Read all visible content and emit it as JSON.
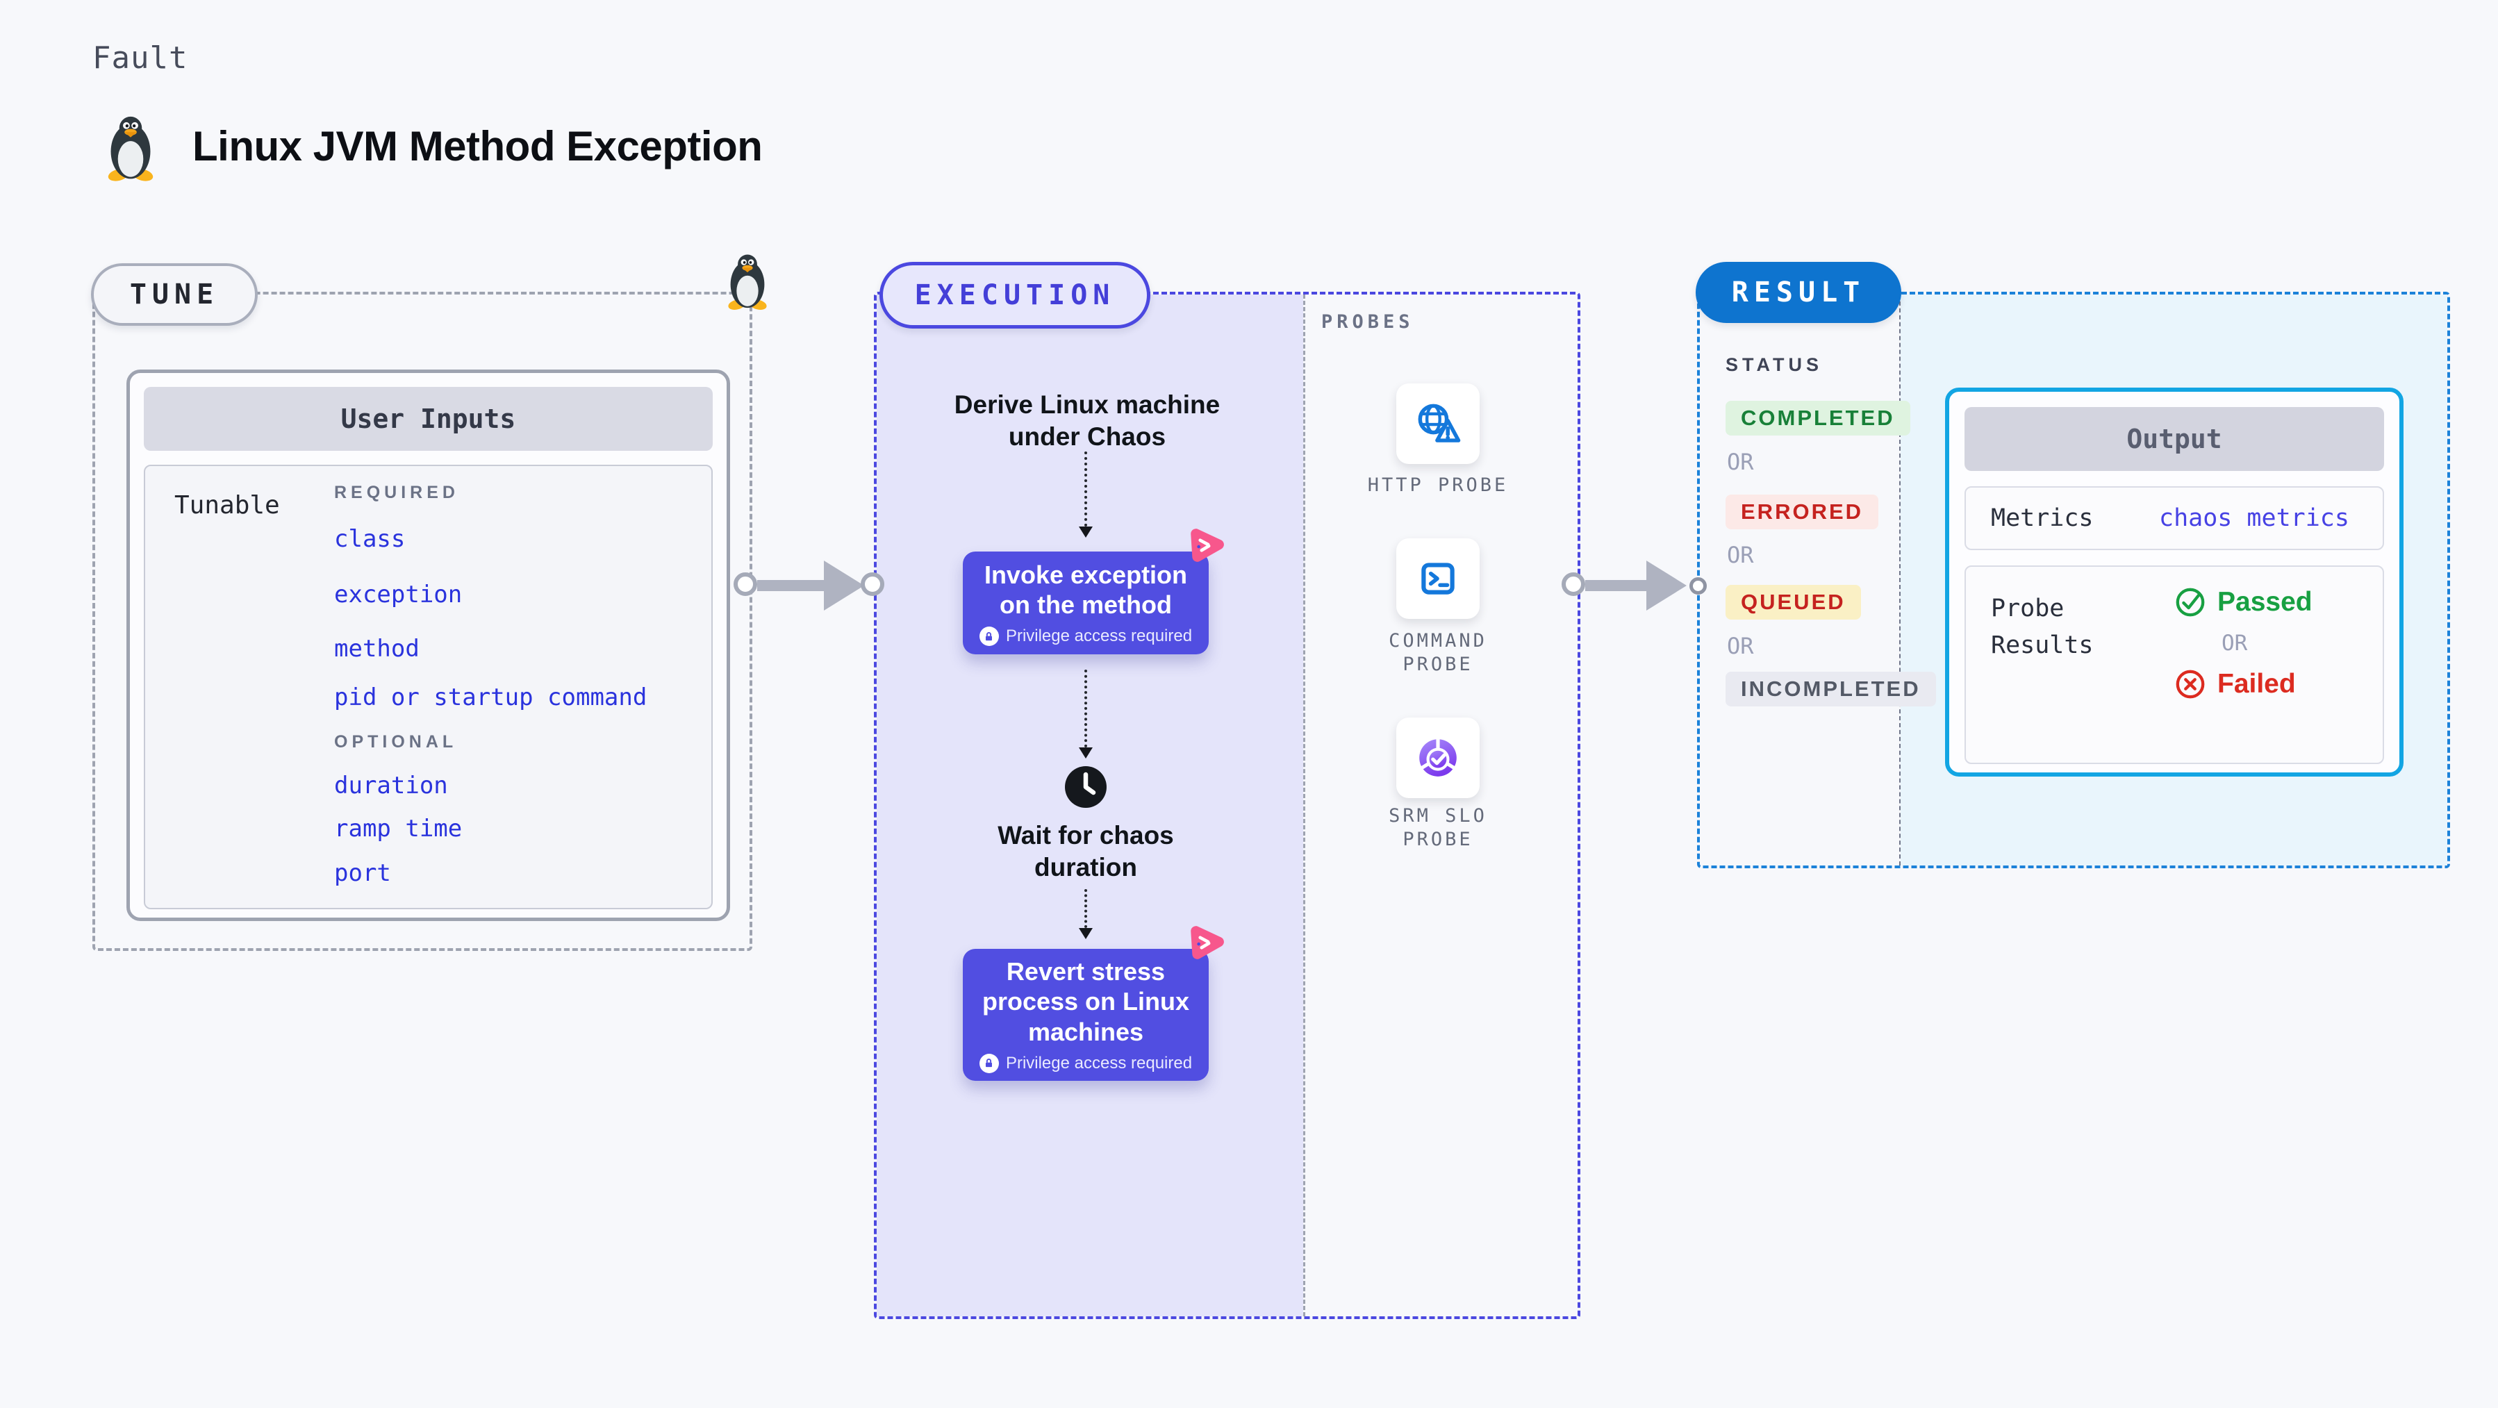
{
  "header": {
    "kicker": "Fault",
    "title": "Linux JVM Method Exception",
    "penguin_icon": "tux-penguin-icon"
  },
  "tune": {
    "pill": "TUNE",
    "card_title": "User Inputs",
    "row_label": "Tunable",
    "required_label": "REQUIRED",
    "required_items": [
      "class",
      "exception",
      "method",
      "pid or startup command"
    ],
    "optional_label": "OPTIONAL",
    "optional_items": [
      "duration",
      "ramp time",
      "port"
    ]
  },
  "execution": {
    "pill": "EXECUTION",
    "derive_step": "Derive Linux machine under Chaos",
    "invoke_step": "Invoke exception on the method",
    "wait_step": "Wait for chaos duration",
    "revert_step": "Revert stress process on Linux machines",
    "privilege_note": "Privilege access required"
  },
  "probes": {
    "heading": "PROBES",
    "items": [
      {
        "icon": "globe-alert-icon",
        "line1": "HTTP PROBE",
        "line2": ""
      },
      {
        "icon": "terminal-icon",
        "line1": "COMMAND",
        "line2": "PROBE"
      },
      {
        "icon": "slo-pie-icon",
        "line1": "SRM SLO",
        "line2": "PROBE"
      }
    ]
  },
  "result": {
    "pill": "RESULT",
    "status_heading": "STATUS",
    "or": "OR",
    "statuses": [
      {
        "label": "COMPLETED",
        "fg": "#188038",
        "bg": "#DFF3E0"
      },
      {
        "label": "ERRORED",
        "fg": "#C5221F",
        "bg": "#FCE9E7"
      },
      {
        "label": "QUEUED",
        "fg": "#C5221F",
        "bg": "#FAF0C5"
      },
      {
        "label": "INCOMPLETED",
        "fg": "#535966",
        "bg": "#E9EAF1"
      }
    ],
    "output": {
      "title": "Output",
      "metrics_label": "Metrics",
      "metrics_value": "chaos metrics",
      "probe_results_label": "Probe Results",
      "passed_label": "Passed",
      "or_label": "OR",
      "failed_label": "Failed"
    }
  },
  "colors": {
    "accent_indigo": "#4B48E0",
    "execution_fill": "#E4E4FA",
    "action_box_indigo": "#514EE1",
    "tune_border_gray": "#9EA3B0",
    "result_border_blue": "#1C82D9",
    "result_pill_blue": "#0E74CF",
    "output_border_cyan": "#12A5E3",
    "output_area_cyan": "#E9F5FC",
    "tunable_link_blue": "#2A33DD",
    "metrics_value_blue": "#4742E4",
    "passed_green": "#18A042",
    "failed_red": "#DC2B20",
    "arrow_gray": "#AFB3C1",
    "probe_icon_blue": "#1478DB",
    "slo_purple": "#7C3AED",
    "chaos_pink": "#F7578C"
  }
}
